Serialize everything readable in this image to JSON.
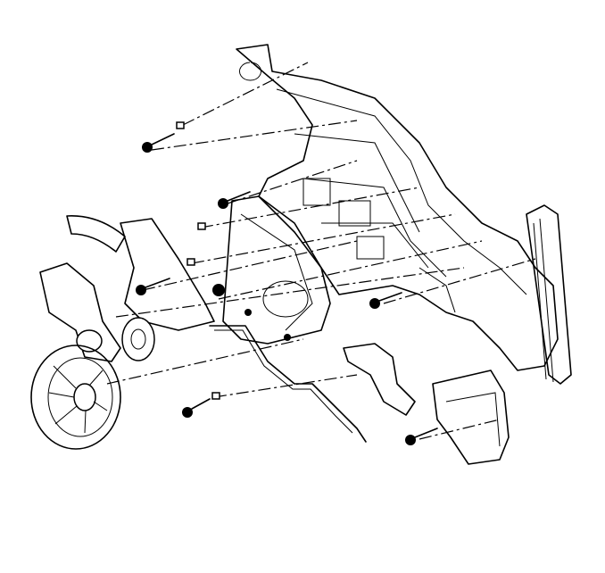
{
  "diagram": {
    "kind": "exploded-view line drawing",
    "labels": [],
    "colors": {
      "line": "#000000",
      "background": "#ffffff"
    },
    "parts": [
      "blower-fan",
      "blower-motor",
      "motor-housing",
      "heater-case",
      "actuator-rod",
      "vent-duct",
      "bracket",
      "fasteners"
    ]
  }
}
